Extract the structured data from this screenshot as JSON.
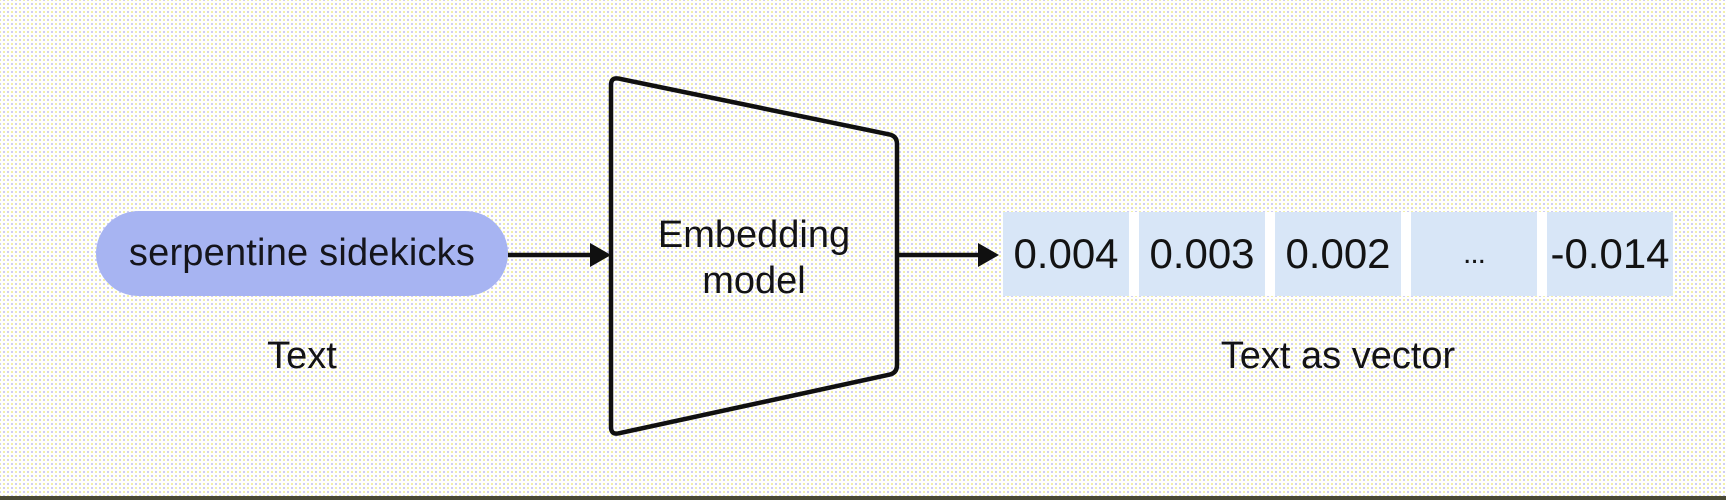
{
  "colors": {
    "background": "#fffffd",
    "dot_yellow": "#f3f1a8",
    "dot_lavender": "#cfcdf4",
    "pill_fill": "#a7b4f2",
    "cell_fill": "#d8e6f7",
    "stroke": "#101010",
    "text": "#131316",
    "bottom_rule": "#4a4a36"
  },
  "diagram": {
    "input": {
      "text": "serpentine sidekicks",
      "label": "Text"
    },
    "model": {
      "line1": "Embedding",
      "line2": "model"
    },
    "output": {
      "label": "Text as vector",
      "cells": [
        "0.004",
        "0.003",
        "0.002",
        "...",
        "-0.014"
      ]
    }
  }
}
